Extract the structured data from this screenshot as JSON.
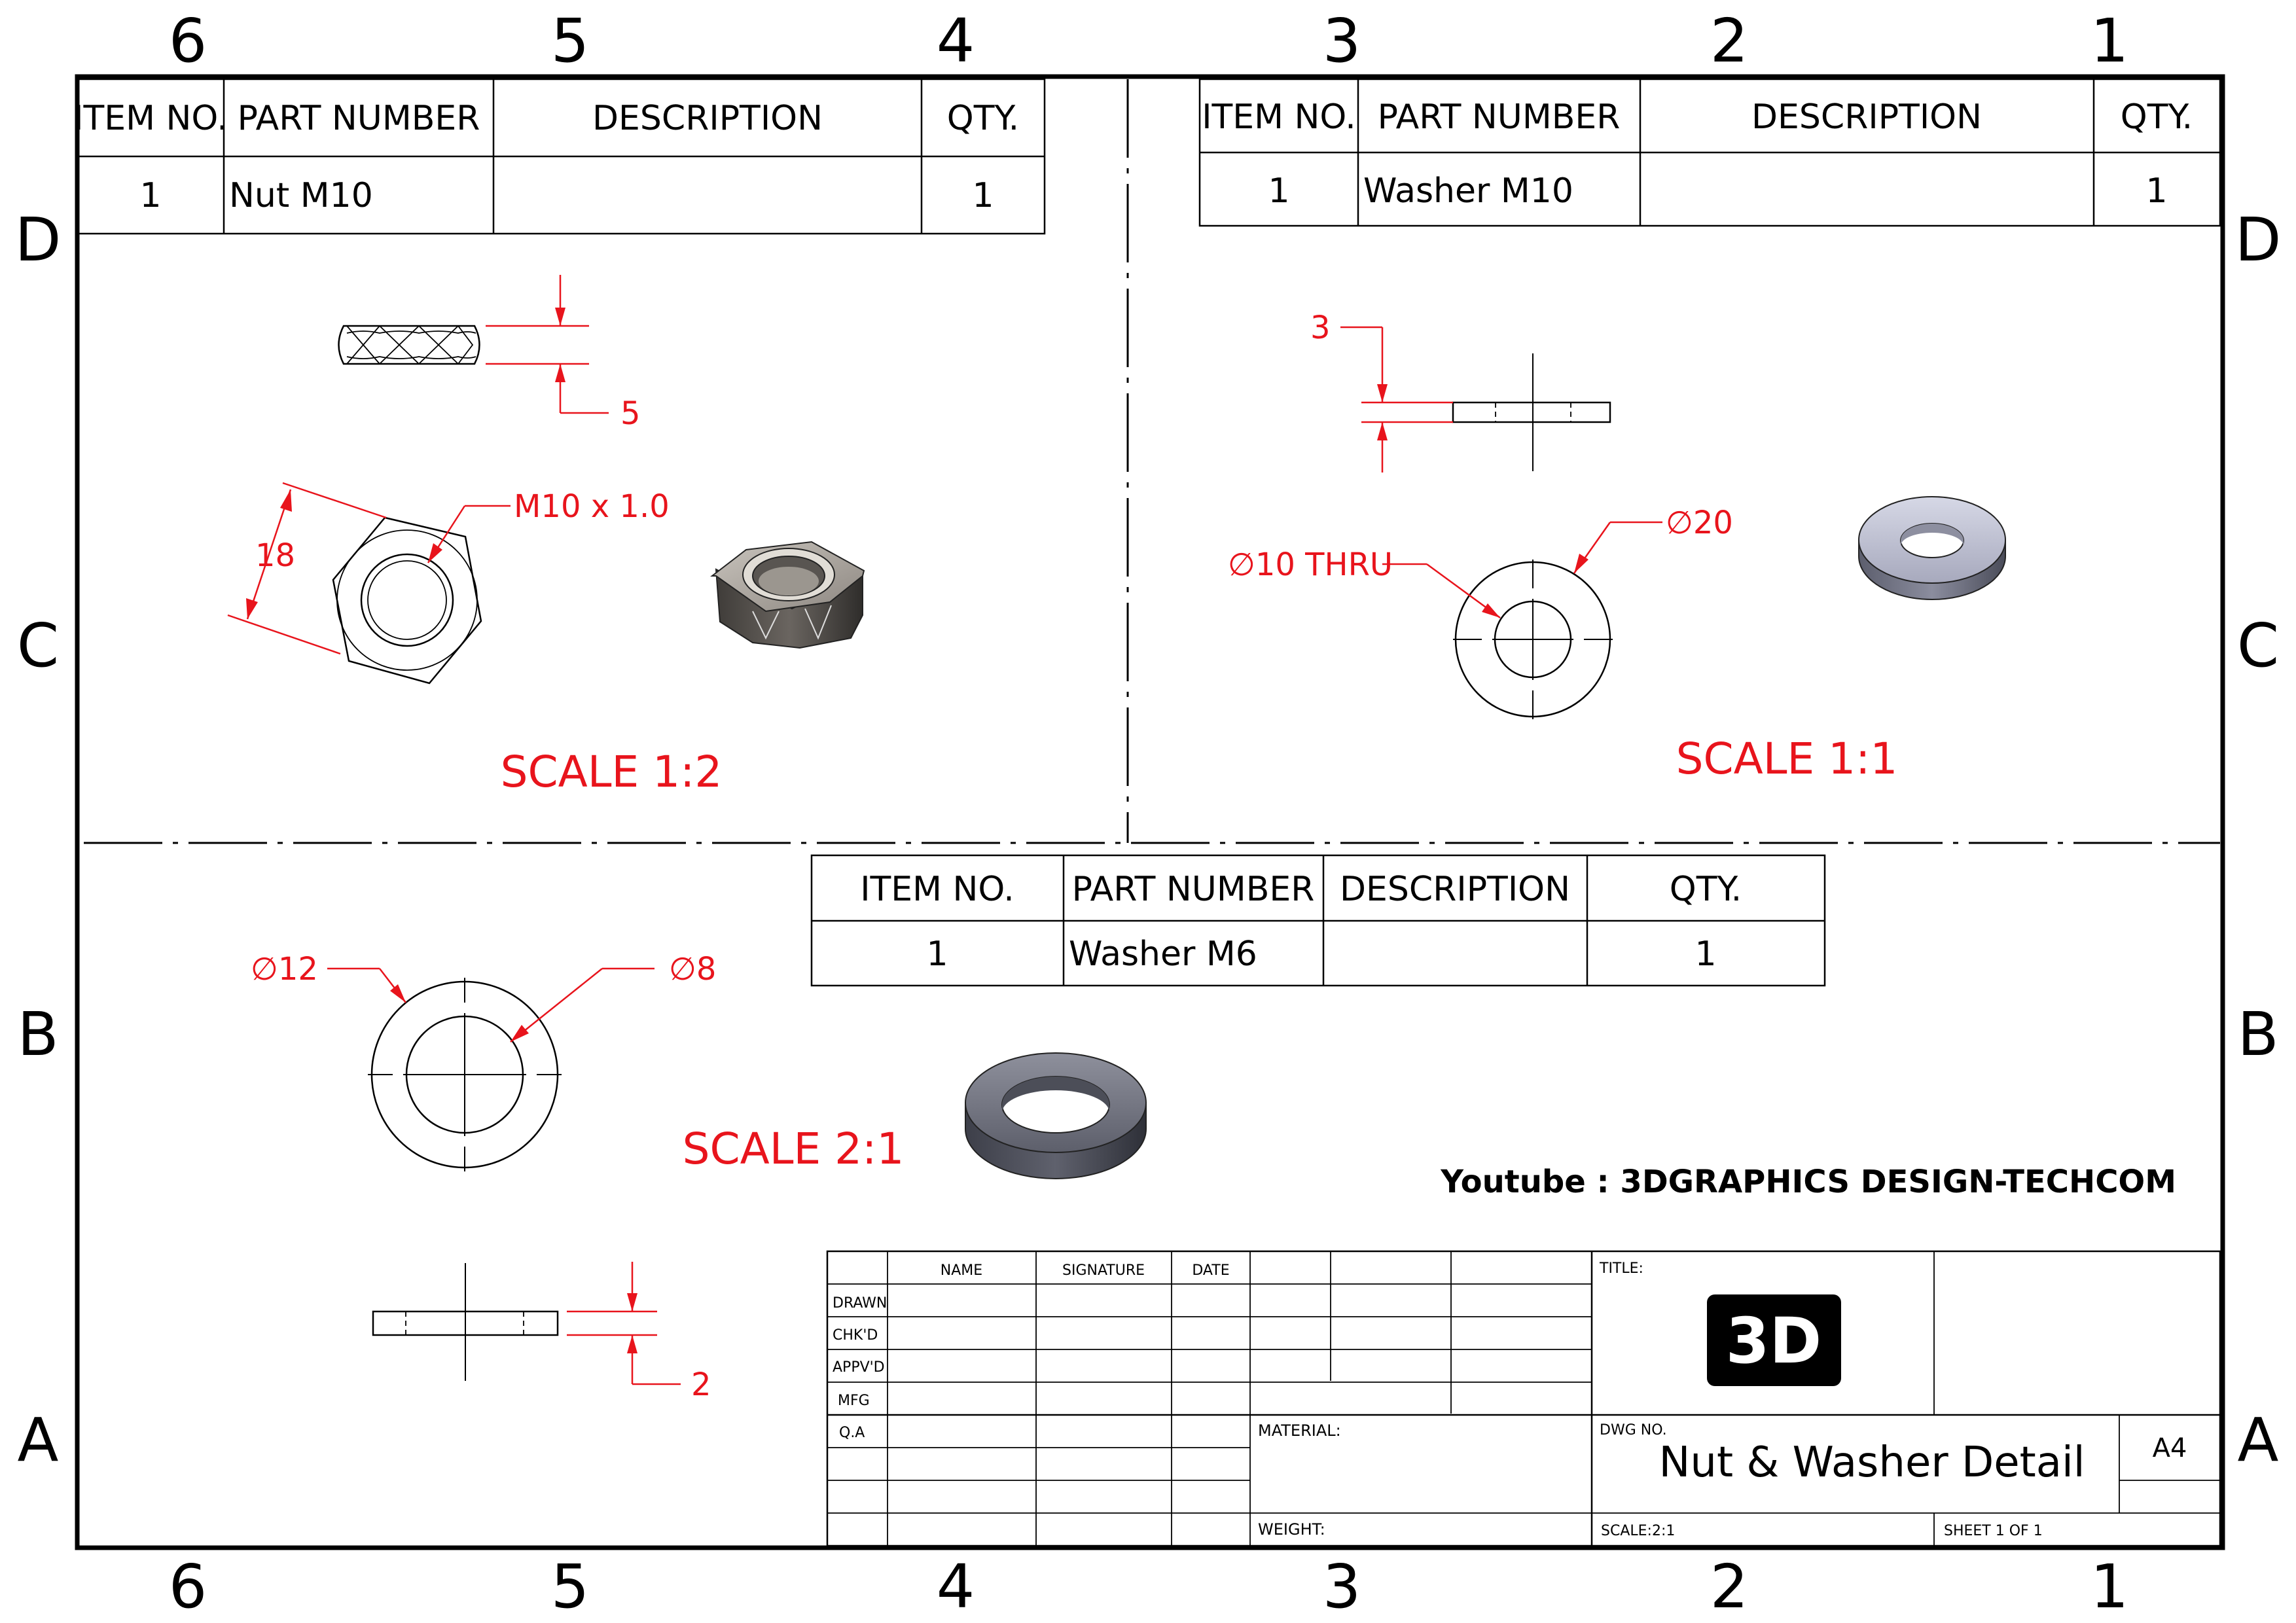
{
  "zones": {
    "columns": [
      "6",
      "5",
      "4",
      "3",
      "2",
      "1"
    ],
    "rows": [
      "D",
      "C",
      "B",
      "A"
    ]
  },
  "bom_nut": {
    "headers": [
      "ITEM NO.",
      "PART NUMBER",
      "DESCRIPTION",
      "QTY."
    ],
    "row": {
      "item": "1",
      "part": "Nut M10",
      "description": "",
      "qty": "1"
    }
  },
  "bom_washer_m10": {
    "headers": [
      "ITEM NO.",
      "PART NUMBER",
      "DESCRIPTION",
      "QTY."
    ],
    "row": {
      "item": "1",
      "part": "Washer M10",
      "description": "",
      "qty": "1"
    }
  },
  "bom_washer_m6": {
    "headers": [
      "ITEM NO.",
      "PART NUMBER",
      "DESCRIPTION",
      "QTY."
    ],
    "row": {
      "item": "1",
      "part": "Washer M6",
      "description": "",
      "qty": "1"
    }
  },
  "nut_view": {
    "thickness_dim": "5",
    "across_flats_dim": "18",
    "thread_callout": "M10 x 1.0",
    "scale": "SCALE 1:2"
  },
  "washer_m10_view": {
    "thickness_dim": "3",
    "hole_callout": "∅10 THRU",
    "outer_callout": "∅20",
    "scale": "SCALE 1:1"
  },
  "washer_m6_view": {
    "outer_callout": "∅12",
    "inner_callout": "∅8",
    "thickness_dim": "2",
    "scale": "SCALE 2:1"
  },
  "credit": "Youtube : 3DGRAPHICS DESIGN-TECHCOM",
  "title_block": {
    "col_headers": [
      "NAME",
      "SIGNATURE",
      "DATE"
    ],
    "row_labels": [
      "DRAWN",
      "CHK'D",
      "APPV'D",
      "MFG",
      "Q.A"
    ],
    "title_label": "TITLE:",
    "logo_text": "3D",
    "material_label": "MATERIAL:",
    "weight_label": "WEIGHT:",
    "dwg_no_label": "DWG NO.",
    "dwg_no": "Nut & Washer Detail",
    "size": "A4",
    "scale_label": "SCALE:2:1",
    "sheet_label": "SHEET 1 OF 1"
  },
  "colors": {
    "dimension": "#e8141c",
    "line": "#000000"
  }
}
